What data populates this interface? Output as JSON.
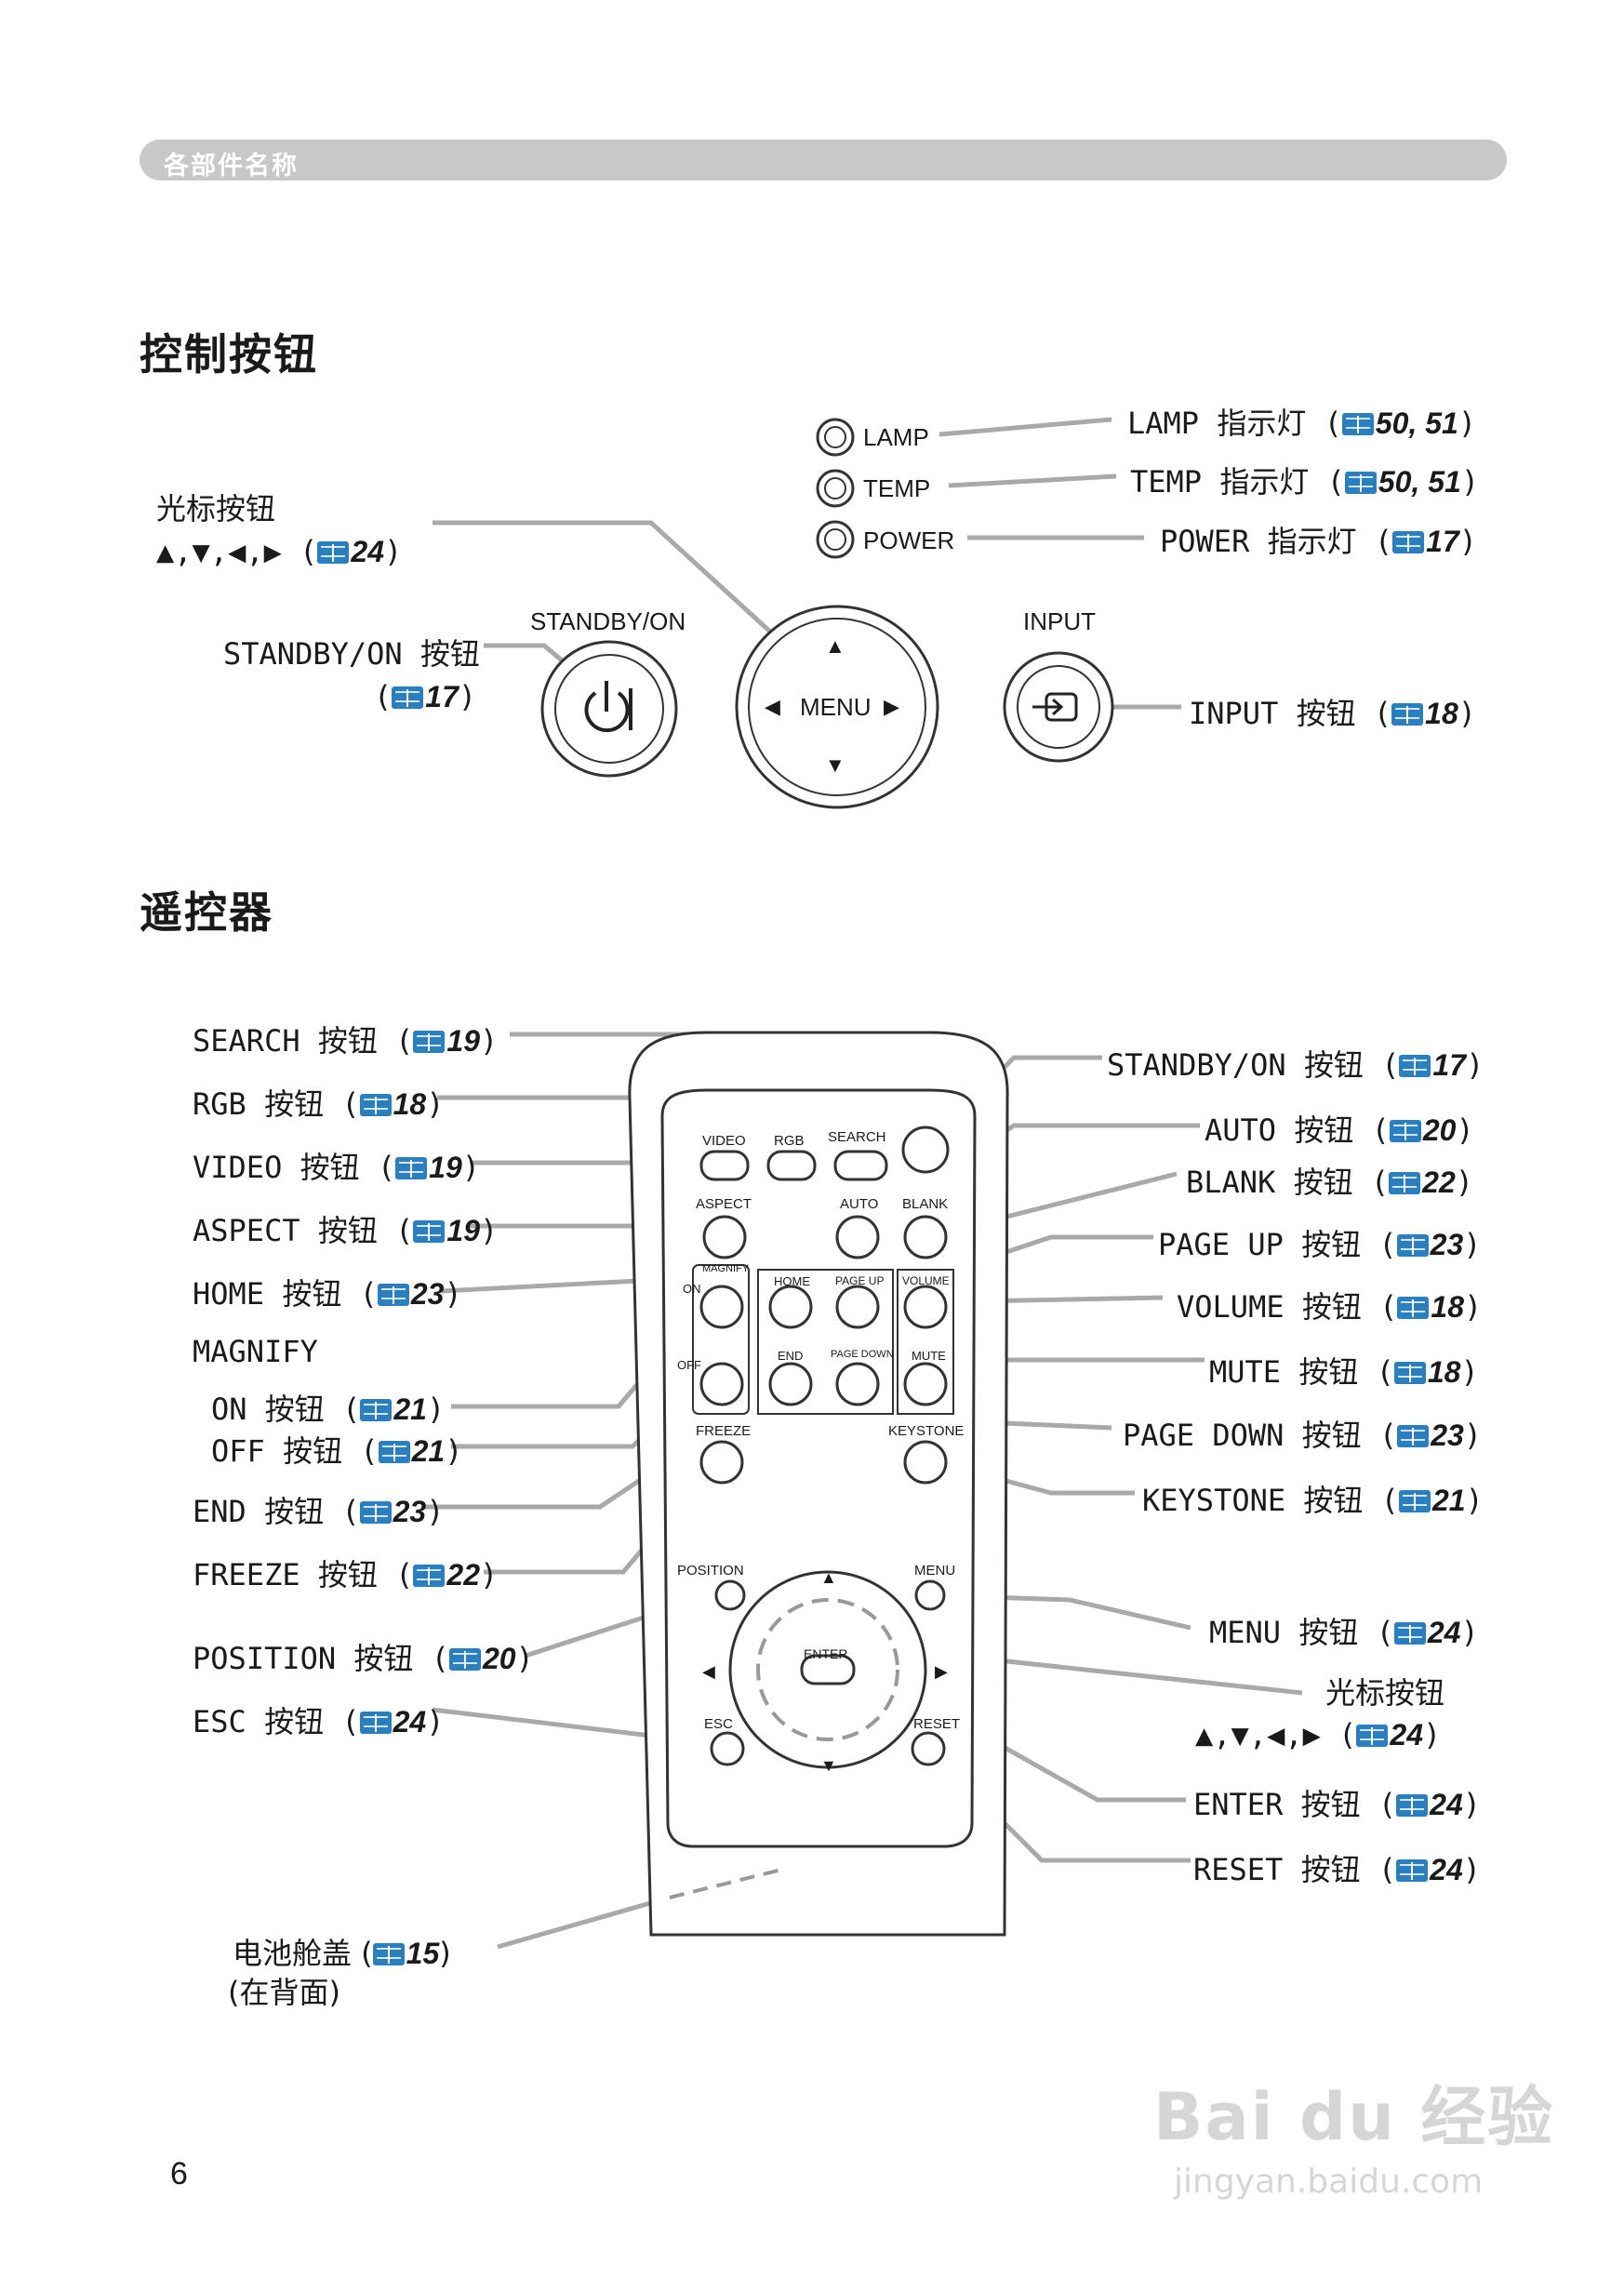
{
  "header": {
    "title": "各部件名称"
  },
  "control": {
    "title": "控制按钮",
    "device": {
      "lamp": "LAMP",
      "temp": "TEMP",
      "power": "POWER",
      "standby": "STANDBY/ON",
      "input": "INPUT",
      "menu": "MENU",
      "up": "▲",
      "down": "▼",
      "left": "◀",
      "right": "▶"
    },
    "callouts": {
      "lamp": {
        "text": "LAMP 指示灯 (",
        "ref": "50, 51",
        "close": ")"
      },
      "temp": {
        "text": "TEMP 指示灯 (",
        "ref": "50, 51",
        "close": ")"
      },
      "power": {
        "text": "POWER 指示灯 (",
        "ref": "17",
        "close": ")"
      },
      "cursor_title": "光标按钮",
      "cursor_arrows": "▲,▼,◀,▶ (",
      "cursor_ref": "24",
      "standby_text": "STANDBY/ON 按钮",
      "standby_open": "(",
      "standby_ref": "17",
      "input": {
        "text": "INPUT 按钮 (",
        "ref": "18",
        "close": ")"
      }
    }
  },
  "remote": {
    "title": "遥控器",
    "device": {
      "video": "VIDEO",
      "rgb": "RGB",
      "search": "SEARCH",
      "aspect": "ASPECT",
      "auto": "AUTO",
      "blank": "BLANK",
      "magnify": "MAGNIFY",
      "on": "ON",
      "off": "OFF",
      "home": "HOME",
      "page_up": "PAGE UP",
      "volume": "VOLUME",
      "end": "END",
      "page_down": "PAGE DOWN",
      "mute": "MUTE",
      "freeze": "FREEZE",
      "keystone": "KEYSTONE",
      "position": "POSITION",
      "menu": "MENU",
      "enter": "ENTER",
      "esc": "ESC",
      "reset": "RESET",
      "up": "▲",
      "down": "▼",
      "left": "◀",
      "right": "▶"
    },
    "left": [
      {
        "text": "SEARCH 按钮 (",
        "ref": "19"
      },
      {
        "text": "RGB 按钮 (",
        "ref": "18"
      },
      {
        "text": "VIDEO 按钮 (",
        "ref": "19"
      },
      {
        "text": "ASPECT 按钮 (",
        "ref": "19"
      },
      {
        "text": "HOME 按钮 (",
        "ref": "23"
      },
      {
        "text": "ON 按钮 (",
        "ref": "21"
      },
      {
        "text": "OFF 按钮 (",
        "ref": "21"
      },
      {
        "text": "END 按钮 (",
        "ref": "23"
      },
      {
        "text": "FREEZE 按钮 (",
        "ref": "22"
      },
      {
        "text": "POSITION 按钮 (",
        "ref": "20"
      },
      {
        "text": "ESC 按钮 (",
        "ref": "24"
      }
    ],
    "magnify_label": "MAGNIFY",
    "right": [
      {
        "text": "STANDBY/ON 按钮 (",
        "ref": "17"
      },
      {
        "text": "AUTO 按钮 (",
        "ref": "20"
      },
      {
        "text": "BLANK 按钮 (",
        "ref": "22"
      },
      {
        "text": "PAGE UP 按钮 (",
        "ref": "23"
      },
      {
        "text": "VOLUME 按钮 (",
        "ref": "18"
      },
      {
        "text": "MUTE 按钮 (",
        "ref": "18"
      },
      {
        "text": "PAGE DOWN 按钮 (",
        "ref": "23"
      },
      {
        "text": "KEYSTONE 按钮 (",
        "ref": "21"
      },
      {
        "text": "MENU 按钮 (",
        "ref": "24"
      },
      {
        "text": "ENTER 按钮 (",
        "ref": "24"
      },
      {
        "text": "RESET 按钮 (",
        "ref": "24"
      }
    ],
    "cursor_title": "光标按钮",
    "cursor_arrows": "▲,▼,◀,▶ (",
    "cursor_ref": "24",
    "battery_text": "电池舱盖 (",
    "battery_ref": "15",
    "battery_note": "(在背面)",
    "close": ")"
  },
  "page_number": "6",
  "watermark": {
    "brand": "Bai du 经验",
    "url": "jingyan.baidu.com"
  },
  "colors": {
    "leader": "#a9a9a9",
    "book_icon": "#2a7fc1",
    "header_bar": "#c8c8c8"
  }
}
